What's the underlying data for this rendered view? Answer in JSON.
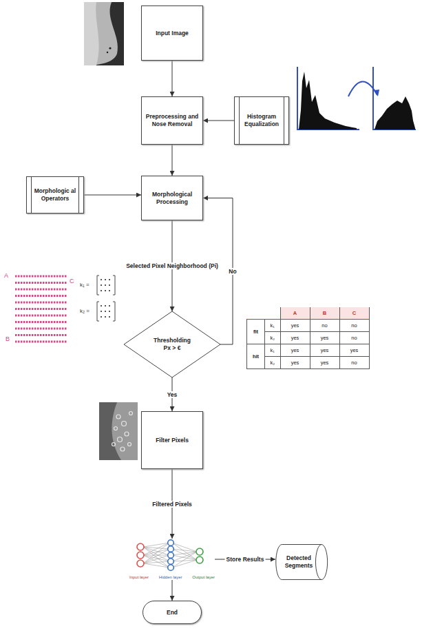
{
  "diagram": {
    "nodes": [
      {
        "text": [
          "Input Image"
        ]
      },
      {
        "text": [
          "Preprocessing and Nose Removal"
        ]
      },
      {
        "text": [
          "Histogram Equalization"
        ]
      },
      {
        "text": [
          "Morphologic al Operators"
        ]
      },
      {
        "text": [
          "Morphological Processing"
        ]
      },
      {
        "text": [
          "Thresholding",
          "Px > €"
        ]
      },
      {
        "text": [
          "Filter Pixels"
        ]
      },
      {
        "text": [
          "Input layer",
          "Hidden layer",
          "Output layer"
        ]
      },
      {
        "text": [
          "Detected Segments"
        ]
      },
      {
        "text": [
          "End"
        ]
      }
    ],
    "edges": [
      {
        "from": 0,
        "to": 1,
        "arrow": "to"
      },
      {
        "from": 2,
        "to": 1,
        "arrow": "to"
      },
      {
        "from": 1,
        "to": 4,
        "arrow": "to"
      },
      {
        "from": 3,
        "to": 4,
        "arrow": "to"
      },
      {
        "from": 4,
        "to": 5,
        "label": "Selected Pixel Neighborhood (Pi)",
        "arrow": "to"
      },
      {
        "from": 5,
        "to": 4,
        "label": "No",
        "arrow": "to"
      },
      {
        "from": 5,
        "to": 6,
        "label": "Yes",
        "arrow": "to"
      },
      {
        "from": 6,
        "to": 7,
        "label": "Filtered Pixels",
        "arrow": "to"
      },
      {
        "from": 7,
        "to": 8,
        "label": "Store Results",
        "arrow": "to"
      },
      {
        "from": 7,
        "to": 9,
        "arrow": "to"
      }
    ],
    "labels": [
      "A",
      "C",
      "k₁ =",
      "k₂ =",
      "B",
      "A",
      "B",
      "C",
      "fit",
      "k₁",
      "yes",
      "no",
      "no",
      "k₂",
      "yes",
      "yes",
      "no",
      "hit",
      "k₁",
      "yes",
      "yes",
      "yes",
      "k₂",
      "yes",
      "yes",
      "no"
    ]
  }
}
